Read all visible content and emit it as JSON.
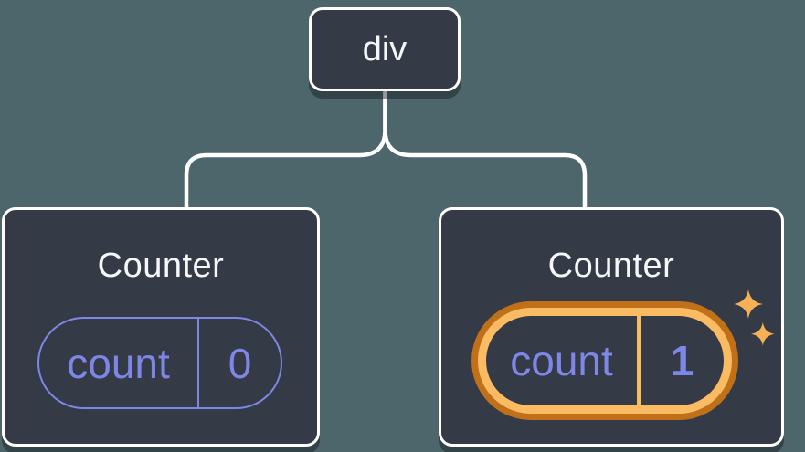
{
  "tree": {
    "root": {
      "label": "div"
    },
    "children": [
      {
        "title": "Counter",
        "state": {
          "key": "count",
          "value": "0"
        },
        "highlighted": false
      },
      {
        "title": "Counter",
        "state": {
          "key": "count",
          "value": "1"
        },
        "highlighted": true,
        "highlight_icon": "sparkles-icon"
      }
    ]
  },
  "colors": {
    "background": "#4C666B",
    "node_fill": "#343A46",
    "node_border": "#FFFFFF",
    "node_shadow": "rgba(23,26,33,0.45)",
    "connector": "#FFFFFF",
    "text_primary": "#F6F7F9",
    "state_accent_purple": "#7E86E6",
    "highlight_ring_outer": "#BF7018",
    "highlight_ring_inner": "#FABB63",
    "sparkle": "#F6B156"
  }
}
